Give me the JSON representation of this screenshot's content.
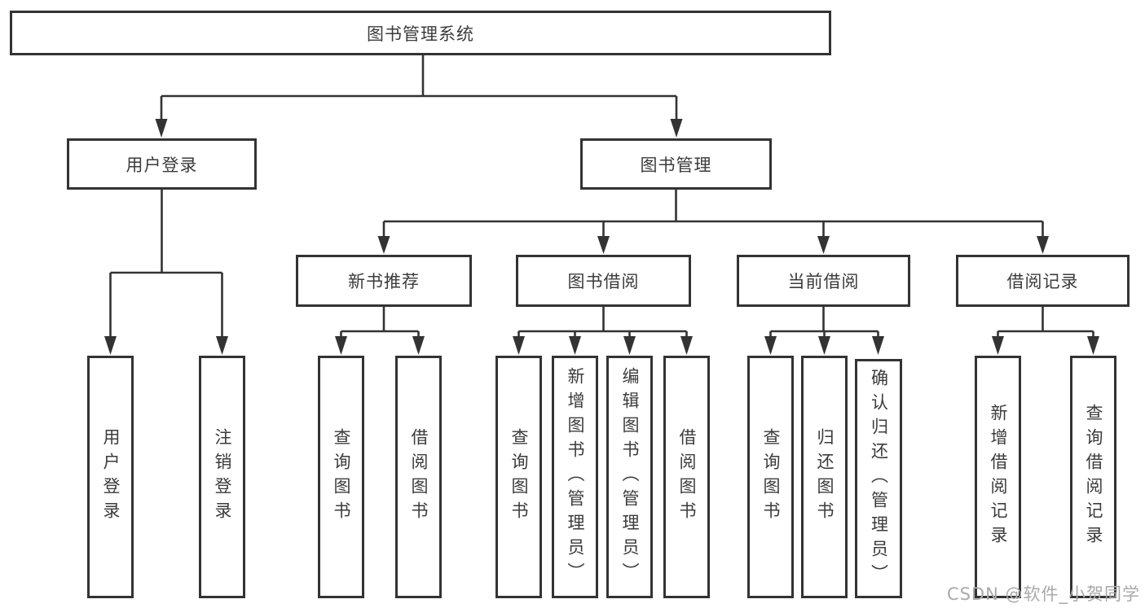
{
  "diagram": {
    "tree": {
      "label": "图书管理系统",
      "children": [
        {
          "label": "用户登录",
          "children": [
            {
              "label": "用户登录"
            },
            {
              "label": "注销登录"
            }
          ]
        },
        {
          "label": "图书管理",
          "children": [
            {
              "label": "新书推荐",
              "children": [
                {
                  "label": "查询图书"
                },
                {
                  "label": "借阅图书"
                }
              ]
            },
            {
              "label": "图书借阅",
              "children": [
                {
                  "label": "查询图书"
                },
                {
                  "label": "新增图书（管理员）"
                },
                {
                  "label": "编辑图书（管理员）"
                },
                {
                  "label": "借阅图书"
                }
              ]
            },
            {
              "label": "当前借阅",
              "children": [
                {
                  "label": "查询图书"
                },
                {
                  "label": "归还图书"
                },
                {
                  "label": "确认归还（管理员）"
                }
              ]
            },
            {
              "label": "借阅记录",
              "children": [
                {
                  "label": "新增借阅记录"
                },
                {
                  "label": "查询借阅记录"
                }
              ]
            }
          ]
        }
      ]
    },
    "colors": {
      "line": "#333333",
      "box_border": "#333333",
      "text": "#3b3b3b",
      "background": "#ffffff",
      "watermark": "#a9a9a9"
    }
  },
  "watermark": {
    "text": "CSDN @软件_小贺同学"
  }
}
